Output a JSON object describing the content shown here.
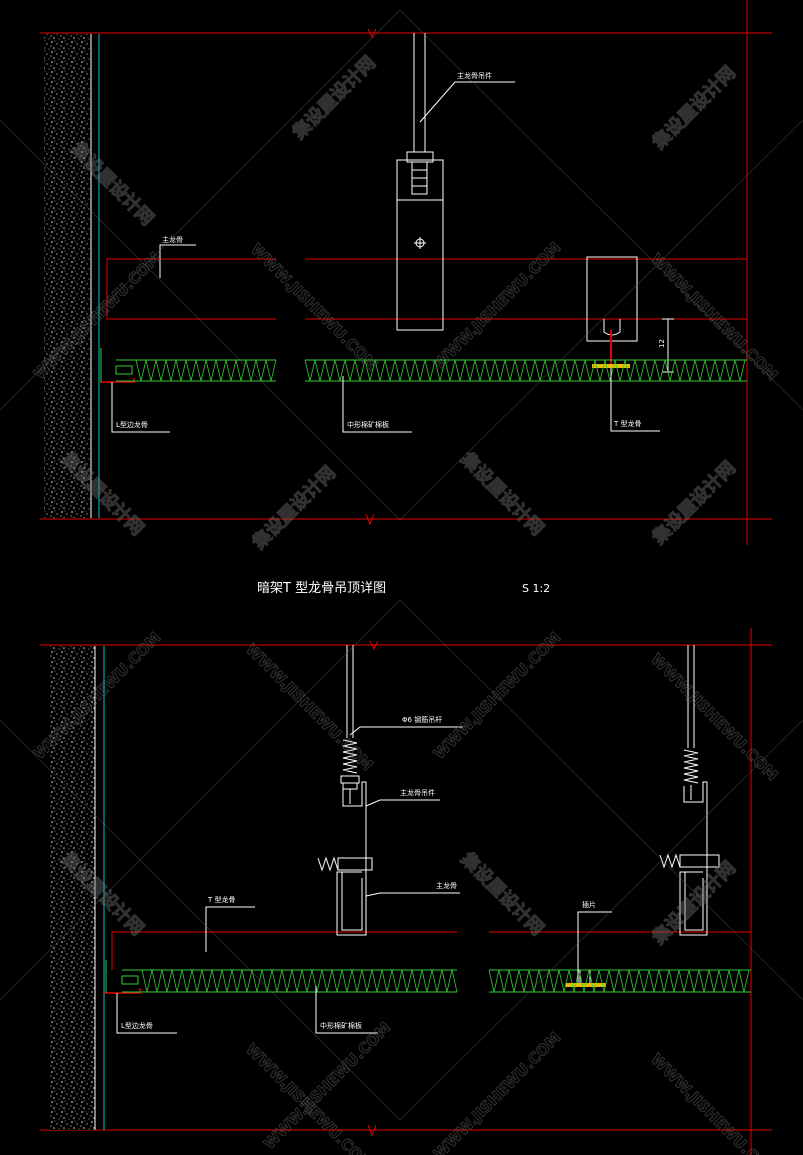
{
  "colors": {
    "background": "#000000",
    "outline": "#e60000",
    "panel": "#33cc33",
    "wall_line": "#00c8c8",
    "line": "#ffffff",
    "watermark": "#7a7a7a"
  },
  "upper_detail": {
    "labels": {
      "hanger_part": "主龙骨吊件",
      "main_keel": "主龙骨",
      "l_edge_keel": "L型边龙骨",
      "mineral_board": "中形棉矿棉板",
      "t_keel": "T 型龙骨",
      "dimension": "12"
    }
  },
  "caption": {
    "title": "暗架T 型龙骨吊顶详图",
    "scale": "S 1:2"
  },
  "lower_detail": {
    "labels": {
      "rod": "Φ6 钢筋吊杆",
      "hanger_part": "主龙骨吊件",
      "main_keel": "主龙骨",
      "t_keel": "T 型龙骨",
      "connector": "插片",
      "l_edge_keel": "L型边龙骨",
      "mineral_board": "中形棉矿棉板"
    }
  },
  "watermarks": {
    "brand": "集设屋设计网",
    "site": "WWW.JISHEWU.COM"
  }
}
